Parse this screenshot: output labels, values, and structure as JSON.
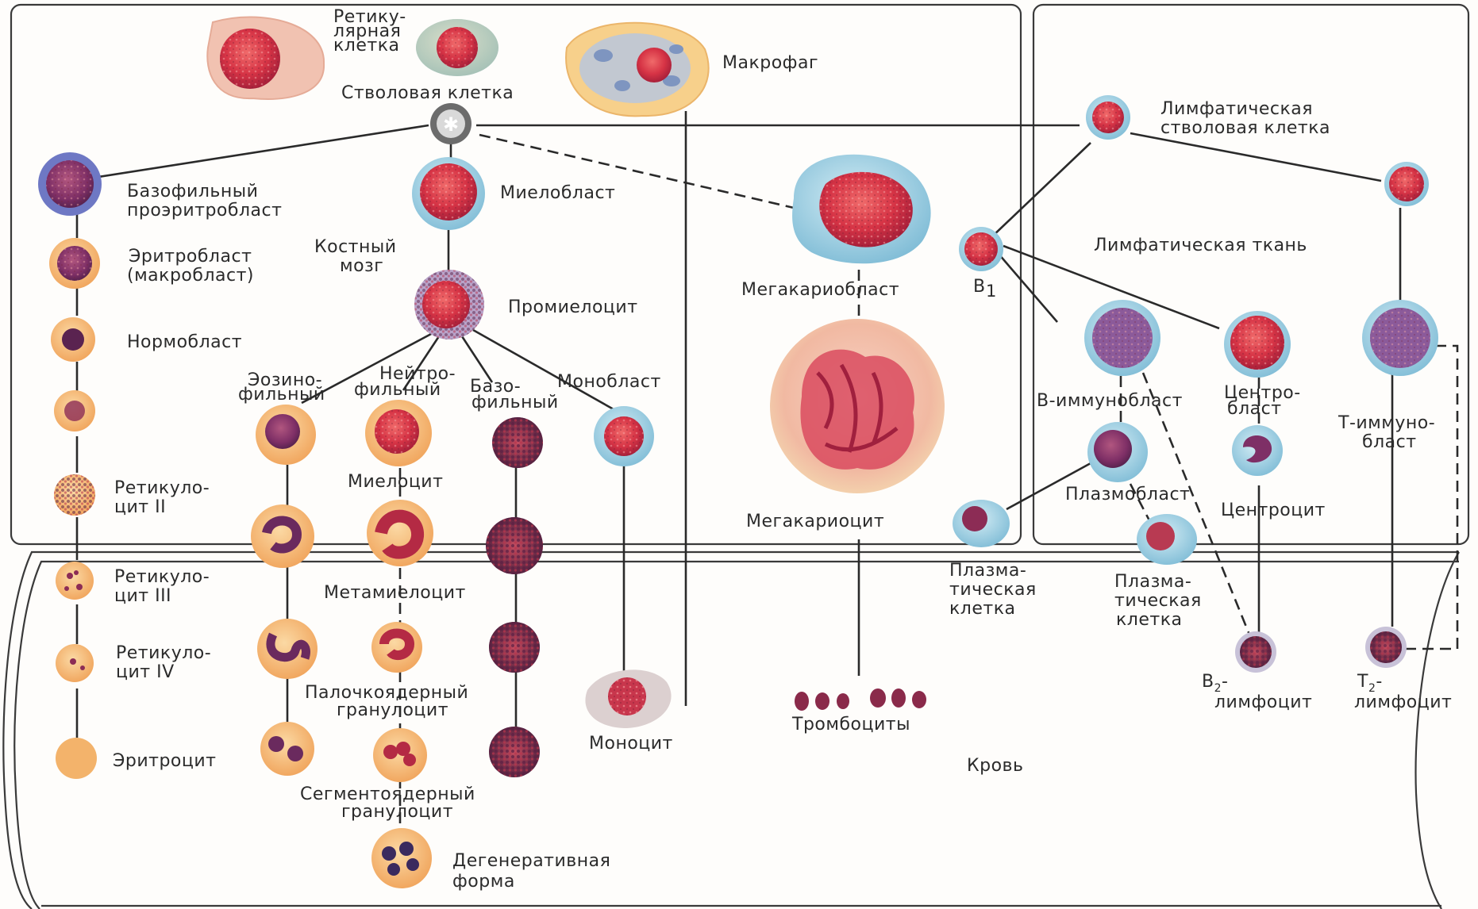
{
  "labels": {
    "reticular_cell": [
      "Ретику-",
      "лярная",
      "клетка"
    ],
    "stem_cell": "Стволовая  клетка",
    "macrophage": "Макрофаг",
    "lymph_stem_cell": [
      "Лимфатическая",
      "стволовая клетка"
    ],
    "basophilic_proerythroblast": [
      "Базофильный",
      "проэритробласт"
    ],
    "myeloblast": "Миелобласт",
    "erythroblast": [
      "Эритробласт",
      "(макробласт)"
    ],
    "bone_marrow": [
      "Костный",
      "мозг"
    ],
    "lymph_tissue": "Лимфатическая ткань",
    "megakaryoblast": "Мегакариобласт",
    "b1": "B",
    "b1_sub": "1",
    "normoblast": "Нормобласт",
    "promyelocyte": "Промиелоцит",
    "eosinophilic": [
      "Эозино-",
      "фильный"
    ],
    "neutrophilic": [
      "Нейтро-",
      "фильный"
    ],
    "basophilic": [
      "Базо-",
      "фильный"
    ],
    "monoblast": "Монобласт",
    "b_immunoblast": "В-иммунобласт",
    "centroblast": [
      "Центро-",
      "бласт"
    ],
    "t_immunoblast": [
      "Т-иммуно-",
      "бласт"
    ],
    "reticulocyte2": [
      "Ретикуло-",
      "цит II"
    ],
    "myelocyte": "Миелоцит",
    "megakaryocyte": "Мегакариоцит",
    "plasmoblast": "Плазмобласт",
    "centrocyte": "Центроцит",
    "reticulocyte3": [
      "Ретикуло-",
      "цит III"
    ],
    "metamyelocyte": "Метамиелоцит",
    "plasma_cell_1": [
      "Плазма-",
      "тическая",
      "клетка"
    ],
    "plasma_cell_2": [
      "Плазма-",
      "тическая",
      "клетка"
    ],
    "reticulocyte4": [
      "Ретикуло-",
      "цит IV"
    ],
    "band_granulocyte": [
      "Палочкоядерный",
      "гранулоцит"
    ],
    "b2_lymphocyte": [
      "В",
      "2",
      "-",
      "лимфоцит"
    ],
    "t2_lymphocyte": [
      "Т",
      "2",
      "-",
      "лимфоцит"
    ],
    "monocyte": "Моноцит",
    "platelets": "Тромбоциты",
    "erythrocyte": "Эритроцит",
    "segmented_granulocyte": [
      "Сегментоядерный",
      "гранулоцит"
    ],
    "blood": "Кровь",
    "degenerative": [
      "Дегенеративная",
      "форма"
    ]
  },
  "colors": {
    "nucleus_red": "#c9263a",
    "cytoplasm_orange": "#f3b36b",
    "cytoplasm_blue": "#8fc6d8",
    "purple_nucleus": "#7a2f6a",
    "line": "#2a2a2a"
  }
}
